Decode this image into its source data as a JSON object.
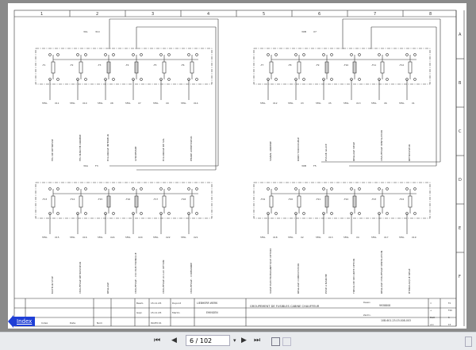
{
  "sheet": {
    "columns": [
      "1",
      "2",
      "3",
      "4",
      "5",
      "6",
      "7",
      "8"
    ],
    "rows": [
      "A",
      "B",
      "C",
      "D",
      "E",
      "F"
    ],
    "blocks": [
      {
        "fuse_labels": [
          "F1",
          "F2",
          "F3",
          "F4",
          "F5",
          "F6"
        ],
        "feeds": [
          "30L",
          "31C"
        ],
        "outputs": [
          "X11",
          "X10",
          "X8",
          "X7",
          "X9",
          "X14"
        ],
        "descriptions": [
          "FEU DE DETRESSE",
          "FEU MARCHE ARRIERE",
          "ECLAIRAGE INTERIEUR",
          "GYROPHARE",
          "ECLAIRAGE DE SOL",
          "PHARE AVERTISSEUR"
        ]
      },
      {
        "fuse_labels": [
          "F7",
          "F8",
          "F9",
          "F10",
          "F11",
          "F12"
        ],
        "feeds": [
          "30B",
          "X7"
        ],
        "outputs": [
          "X12",
          "X3",
          "X5",
          "X13",
          "X6",
          "X1"
        ],
        "descriptions": [
          "SIGNAL ARRIERE",
          "DIRECTION DOUBLE",
          "ESSUIE-GLACE",
          "REGLAGE SIEGE",
          "CHAUFFAGE VENTILATION",
          "RETROVISEUR"
        ]
      },
      {
        "fuse_labels": [
          "F13",
          "F14",
          "F15",
          "F16",
          "F17",
          "F18"
        ],
        "feeds": [
          "30A",
          "F3"
        ],
        "outputs": [
          "X15",
          "X16",
          "X24",
          "X20",
          "X22",
          "X21"
        ],
        "descriptions": [
          "MOTEUR STOP",
          "CHAUFFAGE RETROVISEUR",
          "REGLAGE",
          "CHAUFFAGE - CVC ELECTRONIQUE",
          "CHAUFFAGE AU LAC OPTION",
          "CHAUFFAGE - COMMANDE"
        ]
      },
      {
        "fuse_labels": [
          "F19",
          "F20",
          "F21",
          "F22",
          "F23",
          "F24"
        ],
        "feeds": [
          "30B",
          "F5"
        ],
        "outputs": [
          "X18",
          "X2",
          "X13",
          "X4",
          "X17",
          "X19"
        ],
        "descriptions": [
          "VALVE ELECTROMAGNETIQUE OPTION",
          "REGLAGE COMMUTATION",
          "POSE A MARCHE",
          "TREUIL DE SECURITE OPTION",
          "REGLAGE CHAUFFAGE VENTILATION",
          "HYDRAULIQUE SIEGE"
        ]
      }
    ],
    "title_block": {
      "left_labels": [
        "Index",
        "Date",
        "Nom"
      ],
      "edited": "Bearb.",
      "checked": "Gepr.",
      "date1": "15.11.05",
      "date2": "15.11.05",
      "name1": "Dupont",
      "name2": "Martin",
      "std": "ISO/IEC 61",
      "company": "LIEBHERR WERK",
      "city": "EHINGEN",
      "title": "GROUPEMENT DE FUSIBLES CABINE CHAUFFEUR",
      "doc_label": "Dessin",
      "doc_no": "9938808",
      "plan_label": "Zeichn.",
      "plan_no": "10B-601.23.03.008-003",
      "right_labels": [
        "=",
        "+",
        "Blatt",
        "von"
      ],
      "right_values": [
        "F2",
        "F20",
        "6",
        "15"
      ]
    }
  },
  "index_button": "Index",
  "toolbar": {
    "page": "6 / 102",
    "first": "⏮",
    "prev": "◀",
    "next": "▶",
    "last": "⏭"
  }
}
